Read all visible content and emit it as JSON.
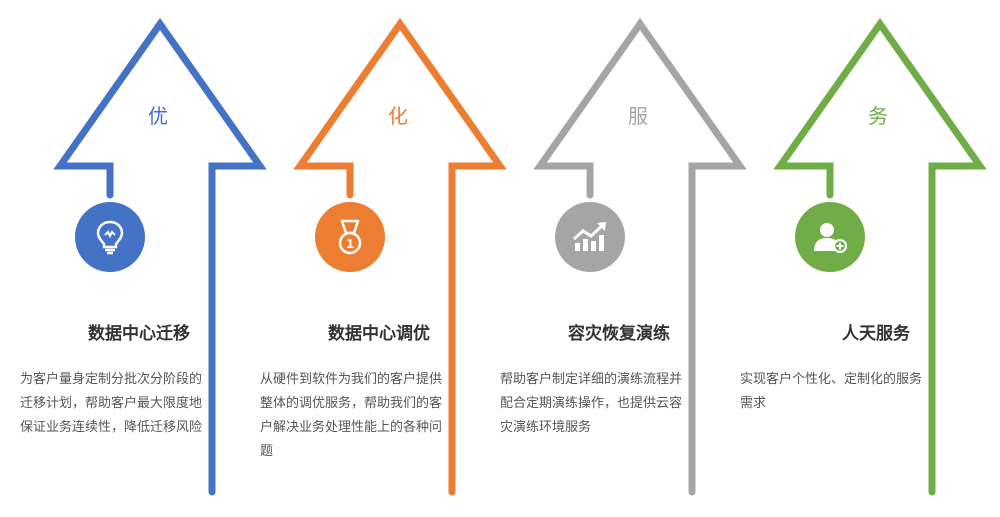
{
  "columns": [
    {
      "char": "优",
      "title": "数据中心迁移",
      "description": "为客户量身定制分批次分阶段的迁移计划，帮助客户最大限度地保证业务连续性，降低迁移风险",
      "color": "#4472c4",
      "icon": "lightbulb-icon"
    },
    {
      "char": "化",
      "title": "数据中心调优",
      "description": "从硬件到软件为我们的客户提供整体的调优服务，帮助我们的客户解决业务处理性能上的各种问题",
      "color": "#ed7d31",
      "icon": "medal-icon"
    },
    {
      "char": "服",
      "title": "容灾恢复演练",
      "description": "帮助客户制定详细的演练流程并配合定期演练操作，也提供云容灾演练环境服务",
      "color": "#a5a5a5",
      "icon": "growth-chart-icon"
    },
    {
      "char": "务",
      "title": "人天服务",
      "description": "实现客户个性化、定制化的服务需求",
      "color": "#70ad47",
      "icon": "add-user-icon"
    }
  ]
}
